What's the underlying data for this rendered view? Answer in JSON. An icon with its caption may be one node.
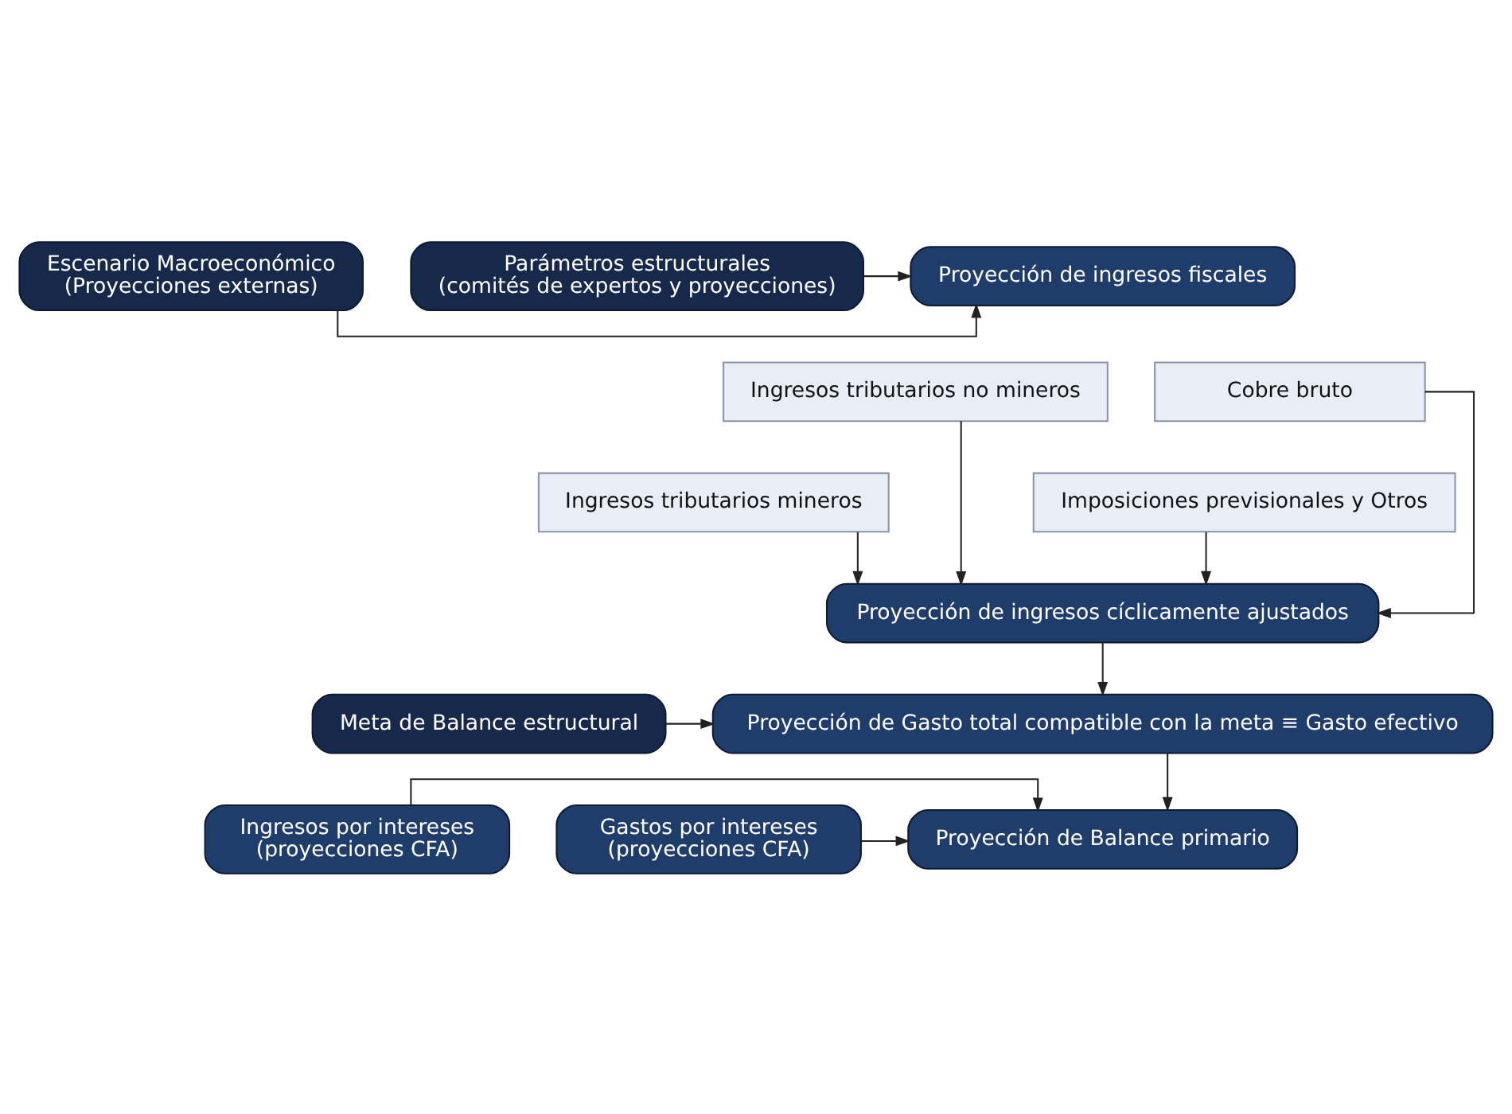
{
  "diagram": {
    "nodes": [
      {
        "text": [
          "Escenario Macroeconómico",
          "(Proyecciones externas)"
        ]
      },
      {
        "text": [
          "Proyección de ingresos fiscales"
        ]
      },
      {
        "text": [
          "Parámetros estructurales",
          "(comités de expertos y proyecciones)"
        ]
      },
      {
        "text": [
          "Ingresos tributarios no mineros"
        ]
      },
      {
        "text": [
          "Cobre bruto"
        ]
      },
      {
        "text": [
          "Ingresos tributarios mineros"
        ]
      },
      {
        "text": [
          "Imposiciones previsionales y Otros"
        ]
      },
      {
        "text": [
          "Proyección de ingresos cíclicamente ajustados"
        ]
      },
      {
        "text": [
          "Meta de Balance estructural"
        ]
      },
      {
        "text": [
          "Proyección de Gasto total compatible con la meta ≡ Gasto efectivo"
        ]
      },
      {
        "text": [
          "Ingresos por intereses",
          "(proyecciones CFA)"
        ]
      },
      {
        "text": [
          "Gastos por intereses",
          "(proyecciones CFA)"
        ]
      },
      {
        "text": [
          "Proyección de Balance primario"
        ]
      }
    ],
    "edges": [
      {
        "from": 0,
        "to": 1,
        "arrow": "to"
      },
      {
        "from": 2,
        "to": 1,
        "arrow": "to"
      },
      {
        "from": 3,
        "to": 7,
        "arrow": "to"
      },
      {
        "from": 4,
        "to": 7,
        "arrow": "to"
      },
      {
        "from": 5,
        "to": 7,
        "arrow": "to"
      },
      {
        "from": 6,
        "to": 7,
        "arrow": "to"
      },
      {
        "from": 7,
        "to": 9,
        "arrow": "to"
      },
      {
        "from": 8,
        "to": 9,
        "arrow": "to"
      },
      {
        "from": 9,
        "to": 12,
        "arrow": "to"
      },
      {
        "from": 10,
        "to": 12,
        "arrow": "to"
      },
      {
        "from": 11,
        "to": 12,
        "arrow": "to"
      }
    ]
  }
}
